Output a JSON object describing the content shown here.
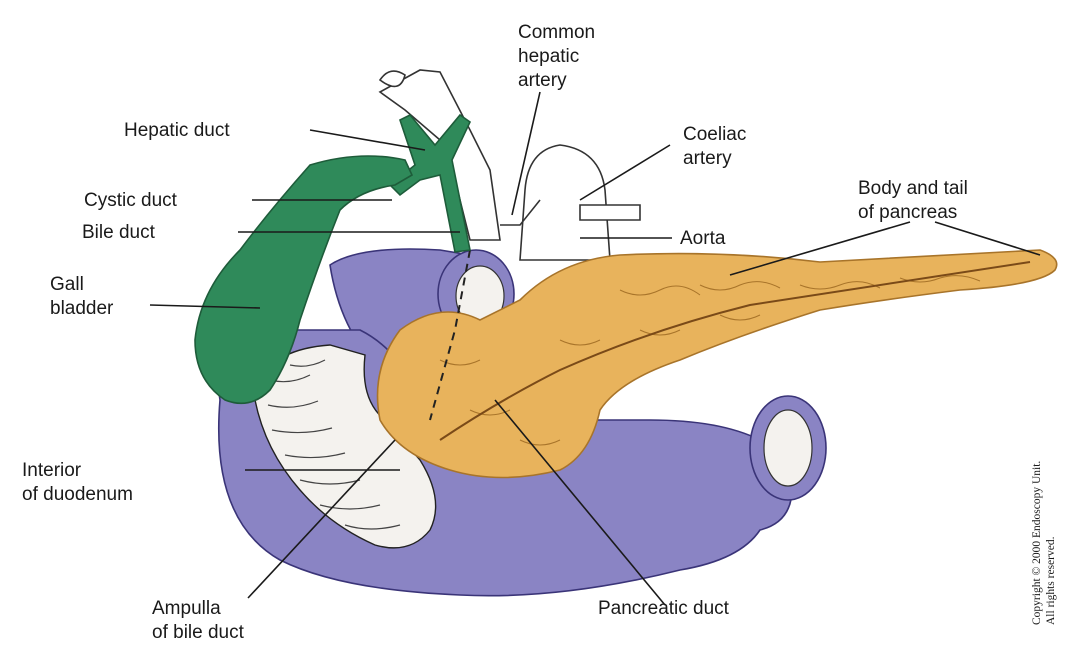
{
  "colors": {
    "background": "#ffffff",
    "duodenum": "#8a84c4",
    "duodenum_dark": "#5a5494",
    "gall_bladder": "#2f8a5a",
    "pancreas": "#e8b35c",
    "pancreas_dark": "#a8742a",
    "interior": "#f4f2ee",
    "vessel_outline": "#333333"
  },
  "labels": {
    "common_hepatic_artery": [
      "Common",
      "hepatic",
      "artery"
    ],
    "hepatic_duct": "Hepatic duct",
    "coeliac_artery": [
      "Coeliac",
      "artery"
    ],
    "cystic_duct": "Cystic duct",
    "body_tail_pancreas": [
      "Body and tail",
      "of pancreas"
    ],
    "bile_duct": "Bile duct",
    "aorta": "Aorta",
    "gall_bladder": [
      "Gall",
      "bladder"
    ],
    "interior_duodenum": [
      "Interior",
      "of duodenum"
    ],
    "ampulla": [
      "Ampulla",
      "of bile duct"
    ],
    "pancreatic_duct": "Pancreatic duct"
  },
  "copyright": [
    "Copyright © 2000 Endoscopy Unit.",
    "All rights reserved."
  ]
}
